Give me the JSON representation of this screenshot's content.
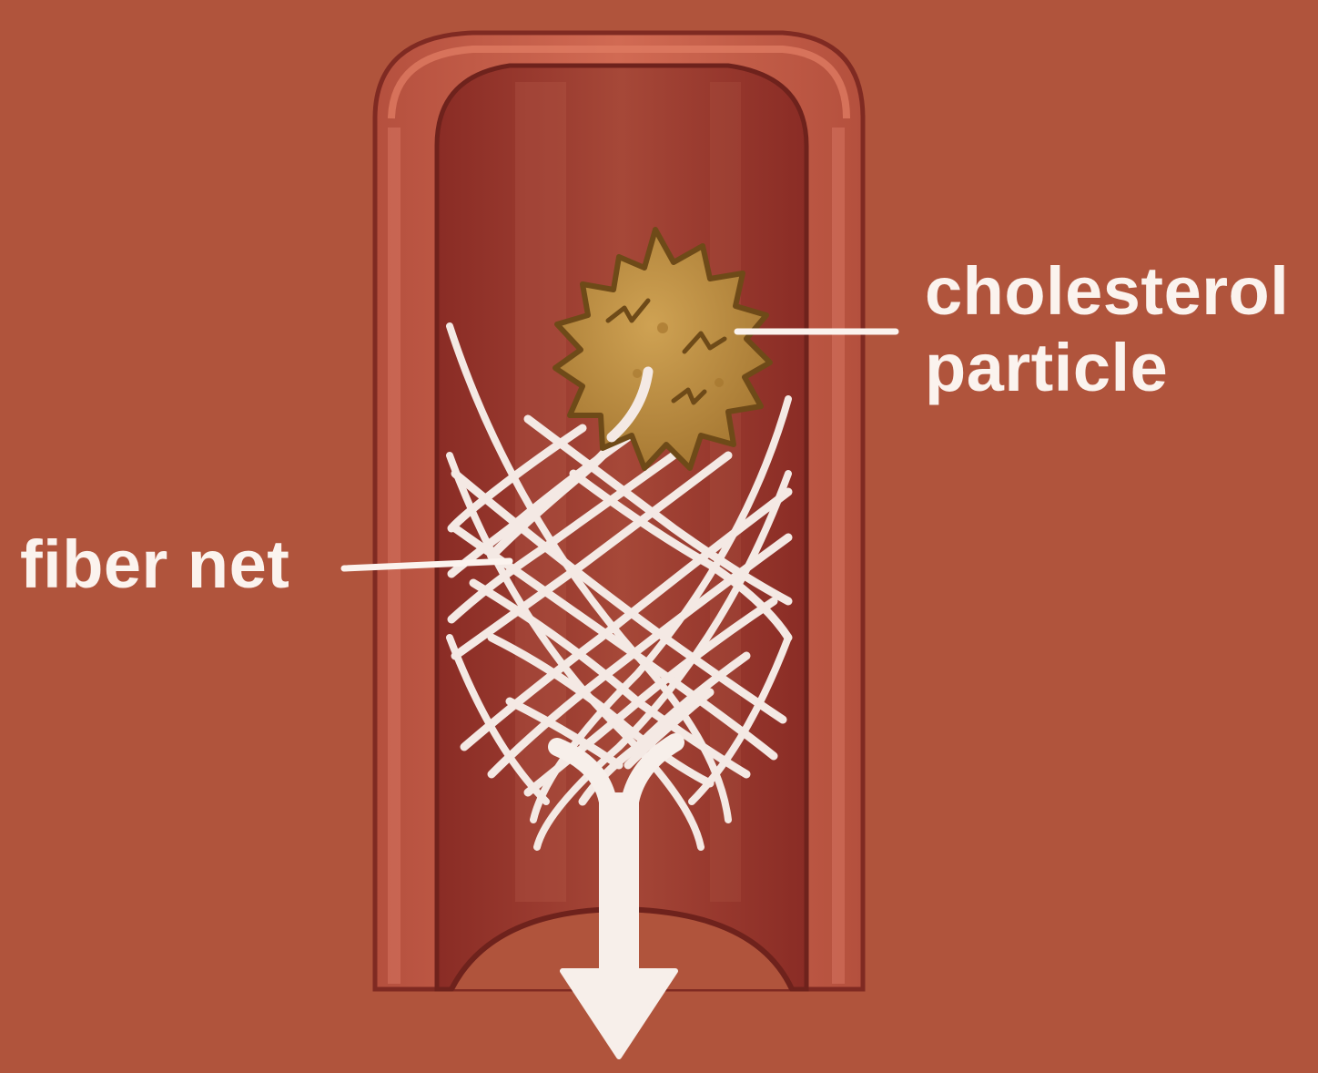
{
  "colors": {
    "background": "#b0543c",
    "vessel_wall": "#c9604a",
    "vessel_wall_edge": "#7f2a22",
    "lumen": "#8c2f28",
    "lumen_highlight": "#a84a3a",
    "fiber": "#f4e9e4",
    "particle": "#c09244",
    "particle_edge": "#6e4a18",
    "label_text": "#fbf3ee"
  },
  "labels": {
    "fiber_net": "fiber net",
    "cholesterol_particle_line1": "cholesterol",
    "cholesterol_particle_line2": "particle"
  },
  "icons": {
    "flow_arrow": "down-arrow-icon"
  }
}
